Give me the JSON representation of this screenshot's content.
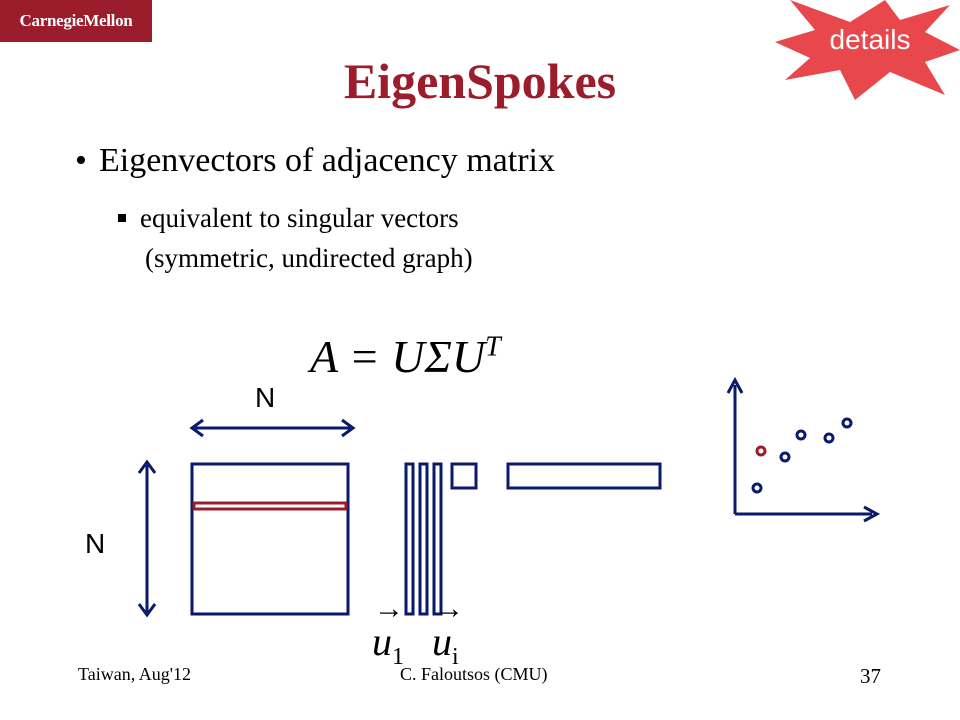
{
  "header": {
    "logo_text": "CarnegieMellon",
    "badge_text": "details"
  },
  "slide": {
    "title": "EigenSpokes",
    "bullet": "Eigenvectors of adjacency matrix",
    "sub_bullet_line1": "equivalent to singular vectors",
    "sub_bullet_line2": "(symmetric, undirected graph)"
  },
  "diagram": {
    "formula_main": "A = UΣU",
    "formula_sup": "T",
    "n_top": "N",
    "n_left": "N",
    "u1_base": "u",
    "u1_sub": "1",
    "ui_base": "u",
    "ui_sub": "i"
  },
  "footer": {
    "left": "Taiwan, Aug'12",
    "center": "C. Faloutsos (CMU)",
    "page_number": "37"
  },
  "colors": {
    "brand": "#9b1c2a",
    "badge": "#e8474c",
    "diagram_blue": "#0a1a6b"
  }
}
